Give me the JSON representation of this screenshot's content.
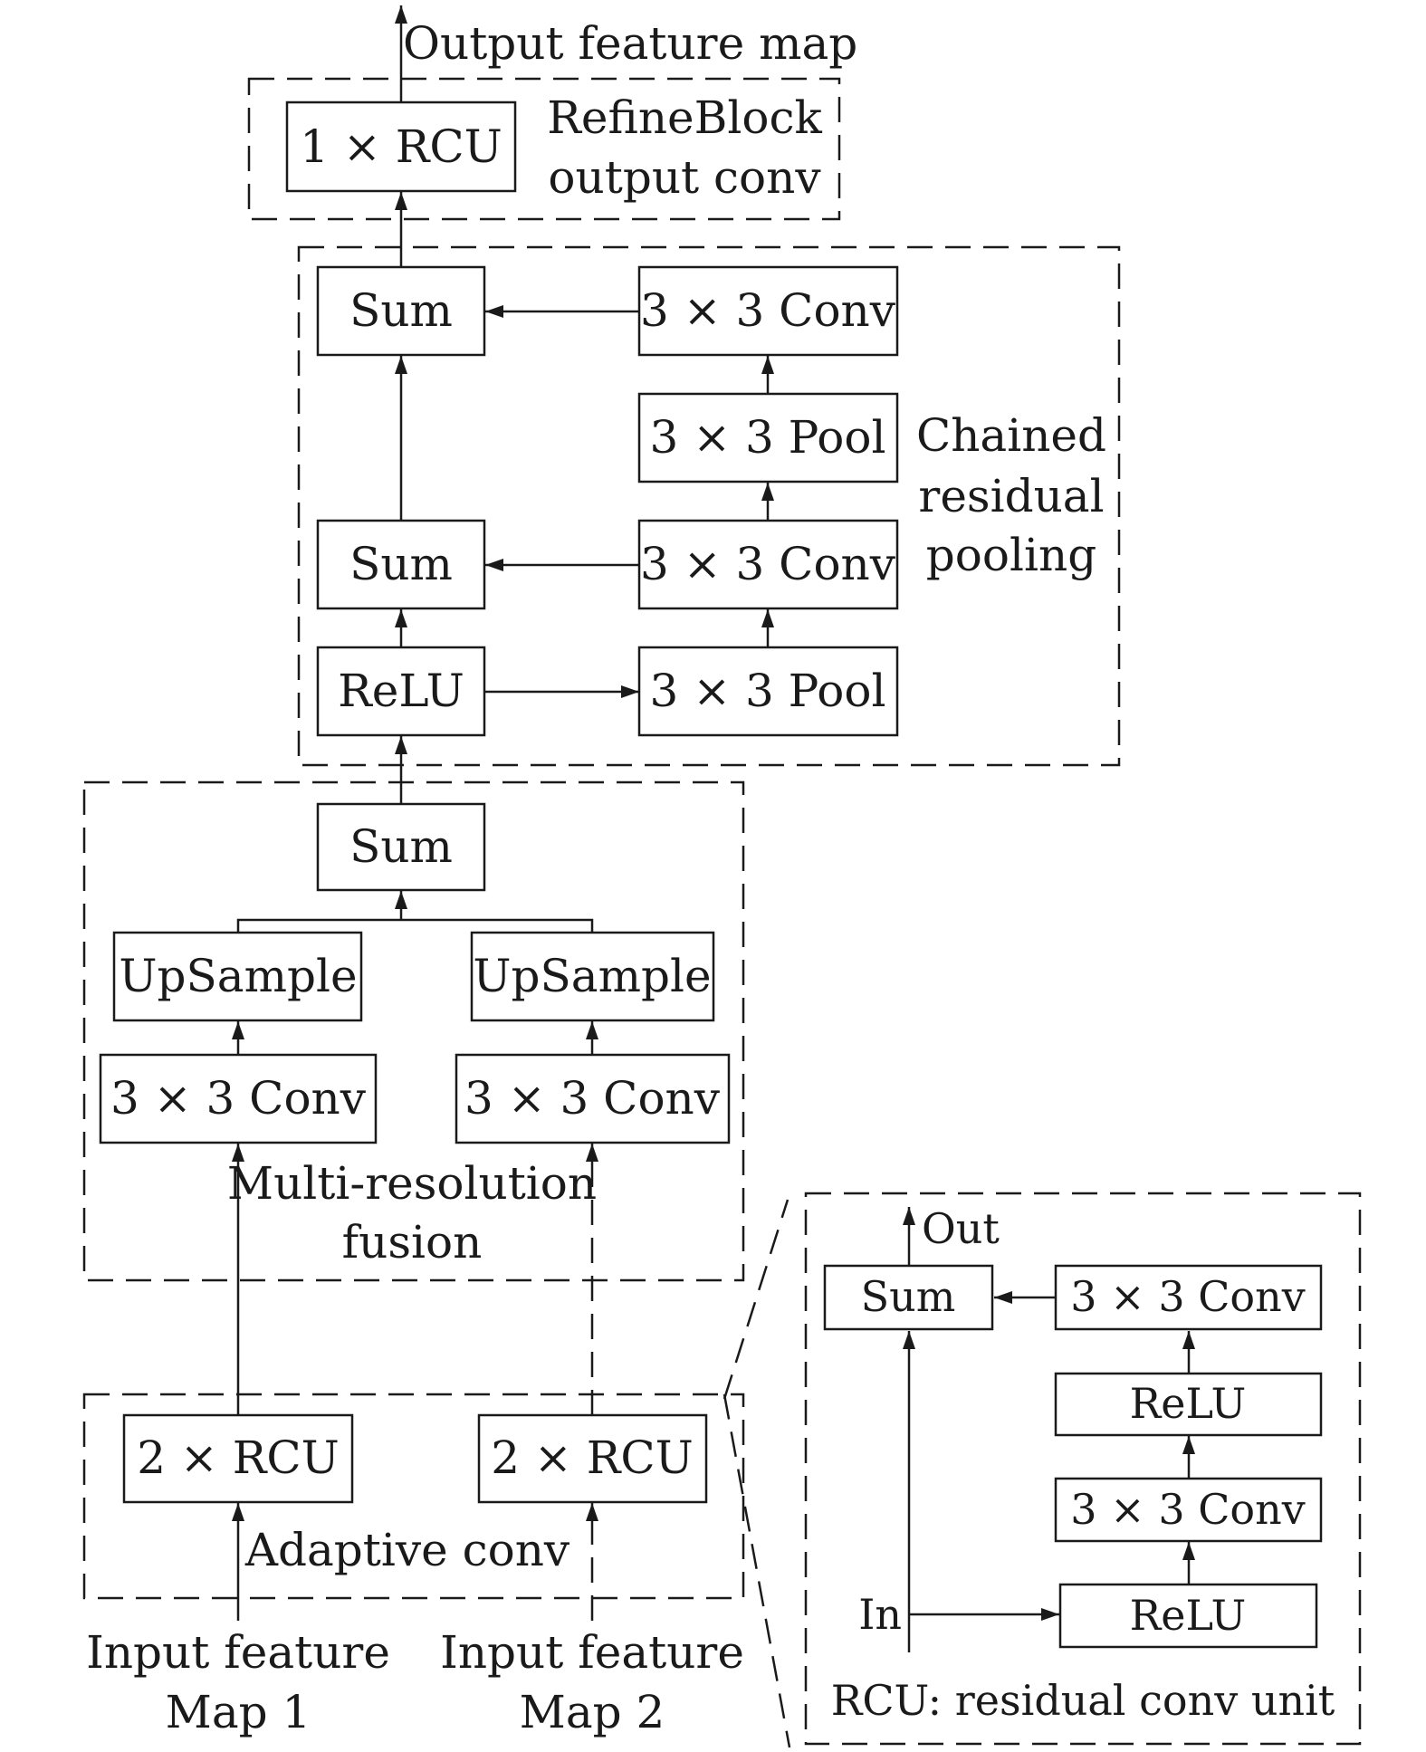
{
  "diagram": {
    "output_label": "Output feature map",
    "refine_output": {
      "unit": "1 × RCU",
      "caption_line1": "RefineBlock",
      "caption_line2": "output conv"
    },
    "chained_pooling": {
      "sum_top": "Sum",
      "conv_top": "3 × 3 Conv",
      "pool_upper": "3 × 3 Pool",
      "sum_mid": "Sum",
      "conv_mid": "3 × 3 Conv",
      "relu": "ReLU",
      "pool_lower": "3 × 3 Pool",
      "caption_line1": "Chained",
      "caption_line2": "residual",
      "caption_line3": "pooling"
    },
    "fusion": {
      "sum": "Sum",
      "upsample_left": "UpSample",
      "upsample_right": "UpSample",
      "conv_left": "3 × 3 Conv",
      "conv_right": "3 × 3 Conv",
      "caption_line1": "Multi-resolution",
      "caption_line2": "fusion"
    },
    "adaptive_conv": {
      "rcu_left": "2 × RCU",
      "rcu_right": "2 × RCU",
      "caption": "Adaptive conv"
    },
    "inputs": {
      "left_line1": "Input feature",
      "left_line2": "Map 1",
      "right_line1": "Input feature",
      "right_line2": "Map 2"
    },
    "rcu_detail": {
      "out_label": "Out",
      "in_label": "In",
      "sum": "Sum",
      "conv_top": "3 × 3 Conv",
      "relu_top": "ReLU",
      "conv_bottom": "3 × 3 Conv",
      "relu_bottom": "ReLU",
      "caption": "RCU: residual conv unit"
    }
  }
}
